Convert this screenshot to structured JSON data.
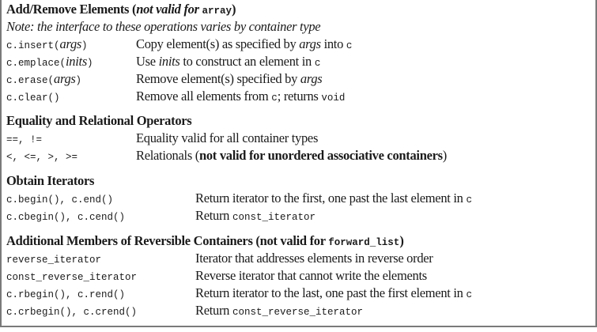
{
  "sections": [
    {
      "heading": [
        {
          "t": "Add/Remove Elements (",
          "s": "r"
        },
        {
          "t": "not valid for ",
          "s": "i"
        },
        {
          "t": "array",
          "s": "m"
        },
        {
          "t": ")",
          "s": "r"
        }
      ],
      "note": [
        {
          "t": "Note: the interface to these operations varies by container type",
          "s": "i"
        }
      ],
      "rows": [
        {
          "op": [
            {
              "t": "c.insert(",
              "s": "m"
            },
            {
              "t": "args",
              "s": "i"
            },
            {
              "t": ")",
              "s": "m"
            }
          ],
          "desc": [
            {
              "t": "Copy element(s) as specified by ",
              "s": "r"
            },
            {
              "t": "args",
              "s": "i"
            },
            {
              "t": " into ",
              "s": "r"
            },
            {
              "t": "c",
              "s": "m"
            }
          ]
        },
        {
          "op": [
            {
              "t": "c.emplace(",
              "s": "m"
            },
            {
              "t": "inits",
              "s": "i"
            },
            {
              "t": ")",
              "s": "m"
            }
          ],
          "desc": [
            {
              "t": "Use ",
              "s": "r"
            },
            {
              "t": "inits",
              "s": "i"
            },
            {
              "t": " to construct an element in ",
              "s": "r"
            },
            {
              "t": "c",
              "s": "m"
            }
          ]
        },
        {
          "op": [
            {
              "t": "c.erase(",
              "s": "m"
            },
            {
              "t": "args",
              "s": "i"
            },
            {
              "t": ")",
              "s": "m"
            }
          ],
          "desc": [
            {
              "t": "Remove element(s) specified by ",
              "s": "r"
            },
            {
              "t": "args",
              "s": "i"
            }
          ]
        },
        {
          "op": [
            {
              "t": "c.clear()",
              "s": "m"
            }
          ],
          "desc": [
            {
              "t": "Remove all elements from ",
              "s": "r"
            },
            {
              "t": "c",
              "s": "m"
            },
            {
              "t": "; returns ",
              "s": "r"
            },
            {
              "t": "void",
              "s": "m"
            }
          ]
        }
      ]
    },
    {
      "heading": [
        {
          "t": "Equality and Relational Operators",
          "s": "r"
        }
      ],
      "rows": [
        {
          "op": [
            {
              "t": "==, !=",
              "s": "m"
            }
          ],
          "desc": [
            {
              "t": "Equality valid for all container types",
              "s": "r"
            }
          ]
        },
        {
          "op": [
            {
              "t": "<, <=, >, >=",
              "s": "m"
            }
          ],
          "desc": [
            {
              "t": "Relationals (",
              "s": "r"
            },
            {
              "t": "not valid for unordered associative containers",
              "s": "b"
            },
            {
              "t": ")",
              "s": "r"
            }
          ]
        }
      ]
    },
    {
      "heading": [
        {
          "t": "Obtain Iterators",
          "s": "r"
        }
      ],
      "rows": [
        {
          "op": [
            {
              "t": "c.begin(), c.end()",
              "s": "m"
            }
          ],
          "desc": [
            {
              "t": "Return iterator to the first, one past the last element in ",
              "s": "r"
            },
            {
              "t": "c",
              "s": "m"
            }
          ]
        },
        {
          "op": [
            {
              "t": "c.cbegin(), c.cend()",
              "s": "m"
            }
          ],
          "desc": [
            {
              "t": "Return ",
              "s": "r"
            },
            {
              "t": "const_iterator",
              "s": "m"
            }
          ]
        }
      ]
    },
    {
      "heading": [
        {
          "t": "Additional Members of Reversible Containers (not valid for ",
          "s": "r"
        },
        {
          "t": "forward_list",
          "s": "m"
        },
        {
          "t": ")",
          "s": "r"
        }
      ],
      "rows": [
        {
          "op": [
            {
              "t": "reverse_iterator",
              "s": "m"
            }
          ],
          "desc": [
            {
              "t": "Iterator that addresses elements in reverse order",
              "s": "r"
            }
          ]
        },
        {
          "op": [
            {
              "t": "const_reverse_iterator",
              "s": "m"
            }
          ],
          "desc": [
            {
              "t": "Reverse iterator that cannot write the elements",
              "s": "r"
            }
          ]
        },
        {
          "op": [
            {
              "t": "c.rbegin(), c.rend()",
              "s": "m"
            }
          ],
          "desc": [
            {
              "t": "Return iterator to the last, one past the first element in ",
              "s": "r"
            },
            {
              "t": "c",
              "s": "m"
            }
          ]
        },
        {
          "op": [
            {
              "t": "c.crbegin(), c.crend()",
              "s": "m"
            }
          ],
          "desc": [
            {
              "t": "Return ",
              "s": "r"
            },
            {
              "t": "const_reverse_iterator",
              "s": "m"
            }
          ]
        }
      ]
    }
  ]
}
